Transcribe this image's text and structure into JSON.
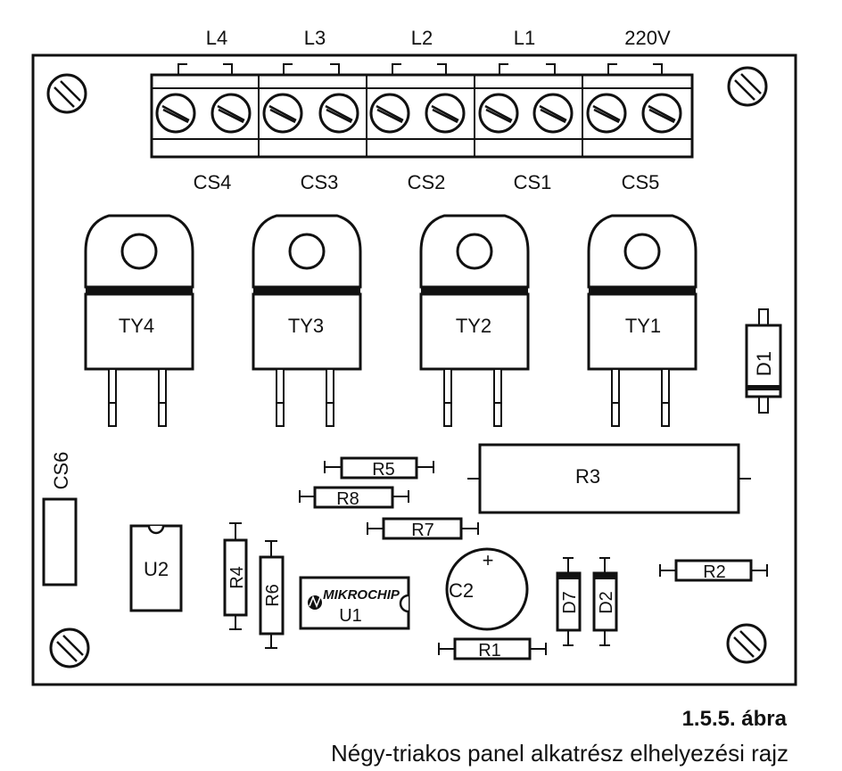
{
  "terminal_labels": {
    "l4": "L4",
    "l3": "L3",
    "l2": "L2",
    "l1": "L1",
    "v220": "220V"
  },
  "connectors": {
    "cs4": "CS4",
    "cs3": "CS3",
    "cs2": "CS2",
    "cs1": "CS1",
    "cs5": "CS5",
    "cs6": "CS6"
  },
  "triacs": {
    "ty4": "TY4",
    "ty3": "TY3",
    "ty2": "TY2",
    "ty1": "TY1"
  },
  "components": {
    "d1": "D1",
    "r5": "R5",
    "r8": "R8",
    "r7": "R7",
    "r3": "R3",
    "u2": "U2",
    "r4": "R4",
    "r6": "R6",
    "u1_logo": "MIKROCHIP",
    "u1": "U1",
    "c2": "C2",
    "c2_plus": "+",
    "d7": "D7",
    "d2": "D2",
    "r2": "R2",
    "r1": "R1"
  },
  "caption": {
    "number": "1.5.5. ábra",
    "text": "Négy-triakos panel alkatrész elhelyezési rajz"
  }
}
